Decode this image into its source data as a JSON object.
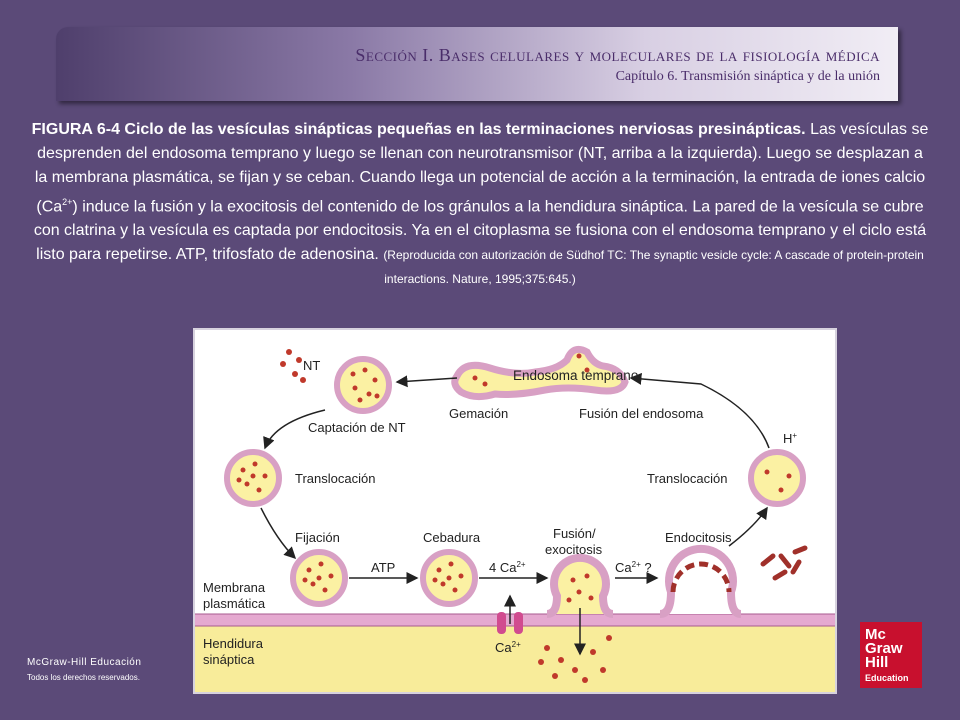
{
  "header": {
    "section": "Sección I.  Bases celulares y moleculares de la fisiología médica",
    "chapter": "Capítulo 6. Transmisión sináptica y de la unión"
  },
  "caption": {
    "title": "FIGURA 6-4 Ciclo de las vesículas sinápticas pequeñas en las terminaciones nerviosas presinápticas.",
    "body_1": "Las vesículas se desprenden del endosoma temprano y luego se llenan con neurotransmisor (NT, arriba a la izquierda). Luego se desplazan a la membrana plasmática, se fijan y se ceban. Cuando llega un potencial de acción a la terminación, la entrada de iones calcio (Ca",
    "body_sup": "2+",
    "body_2": ") induce la fusión y la exocitosis del contenido de los gránulos a la hendidura sináptica. La pared de la vesícula se cubre con clatrina y la vesícula es captada por endocitosis. Ya en el citoplasma se fusiona con el endosoma temprano y el ciclo está listo para repetirse. ATP, trifosfato de adenosina.",
    "credit": "(Reproducida con autorización de Südhof TC: The synaptic vesicle cycle: A cascade of protein-protein interactions. Nature, 1995;375:645.)"
  },
  "diagram": {
    "nt": "NT",
    "captacion": "Captación de NT",
    "endosoma": "Endosoma temprano",
    "gemacion": "Gemación",
    "fusion_endosoma": "Fusión del endosoma",
    "h_plus": "H",
    "h_plus_sup": "+",
    "translocacion_left": "Translocación",
    "translocacion_right": "Translocación",
    "fijacion": "Fijación",
    "cebadura": "Cebadura",
    "fusion_1": "Fusión/",
    "fusion_2": "exocitosis",
    "endocitosis": "Endocitosis",
    "membrana_1": "Membrana",
    "membrana_2": "plasmática",
    "atp": "ATP",
    "ca4": "4 Ca",
    "ca4_sup": "2+",
    "ca_q": "Ca",
    "ca_q_sup": "2+",
    "ca_q_mark": " ?",
    "ca_bottom": "Ca",
    "ca_bottom_sup": "2+",
    "hendidura_1": "Hendidura",
    "hendidura_2": "sináptica"
  },
  "footer": {
    "publisher": "McGraw-Hill Educación",
    "rights": "Todos los derechos reservados."
  },
  "logo": {
    "line1": "Mc",
    "line2": "Graw",
    "line3": "Hill",
    "line4": "Education"
  },
  "colors": {
    "background": "#5b4a78",
    "vesicle_fill": "#fbf1a3",
    "vesicle_stroke": "#d8a0c4",
    "dot": "#c0392b",
    "cleft": "#f8ec9a",
    "logo": "#c8102e"
  }
}
